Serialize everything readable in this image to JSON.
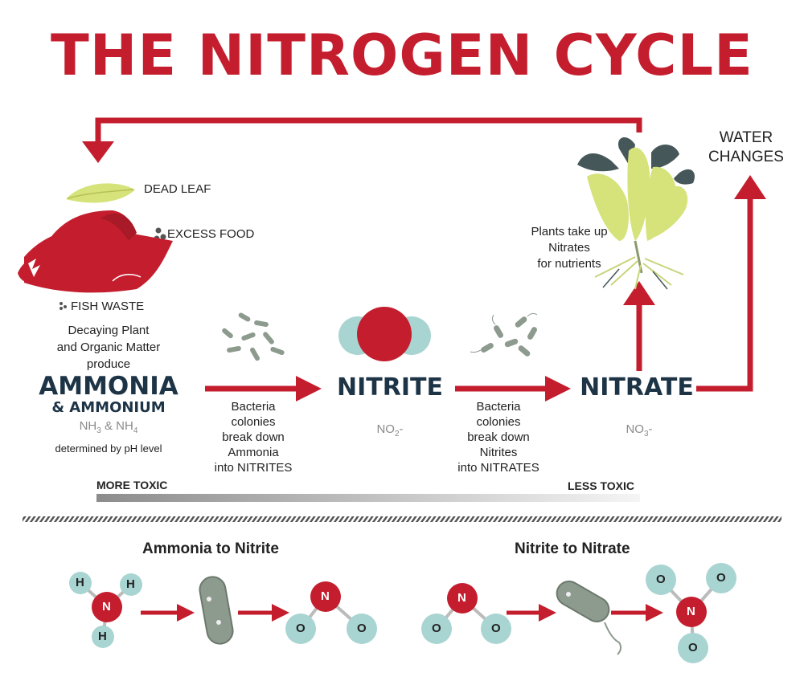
{
  "title": "THE NITROGEN CYCLE",
  "labels": {
    "dead_leaf": "DEAD LEAF",
    "excess_food": "EXCESS FOOD",
    "fish_waste": "FISH WASTE",
    "water_changes_1": "WATER",
    "water_changes_2": "CHANGES",
    "plants_1": "Plants take up",
    "plants_2": "Nitrates",
    "plants_3": "for nutrients",
    "decay_1": "Decaying Plant",
    "decay_2": "and Organic Matter",
    "decay_3": "produce"
  },
  "stages": {
    "ammonia": "AMMONIA",
    "ammonium": "& AMMONIUM",
    "ammonia_formula_a": "NH",
    "ammonia_formula_a_sub": "3",
    "ammonia_formula_mid": " & NH",
    "ammonia_formula_b_sub": "4",
    "ph_note": "determined by pH level",
    "nitrite": "NITRITE",
    "nitrite_formula": "NO",
    "nitrite_formula_sub": "2",
    "nitrite_formula_end": "-",
    "nitrate": "NITRATE",
    "nitrate_formula": "NO",
    "nitrate_formula_sub": "3",
    "nitrate_formula_end": "-"
  },
  "process": {
    "step1": [
      "Bacteria",
      "colonies",
      "break down",
      "Ammonia",
      "into NITRITES"
    ],
    "step2": [
      "Bacteria",
      "colonies",
      "break down",
      "Nitrites",
      "into NITRATES"
    ]
  },
  "toxicity": {
    "more": "MORE TOXIC",
    "less": "LESS TOXIC"
  },
  "bottom": {
    "left_title": "Ammonia to Nitrite",
    "right_title": "Nitrite to Nitrate",
    "atom_h": "H",
    "atom_n": "N",
    "atom_o": "O"
  },
  "colors": {
    "red": "#c41e2e",
    "navy": "#1d3447",
    "teal": "#a8d4d2",
    "bacteria": "#8d9a8e",
    "leaf": "#d6e27a",
    "dark_leaf": "#46575a"
  }
}
